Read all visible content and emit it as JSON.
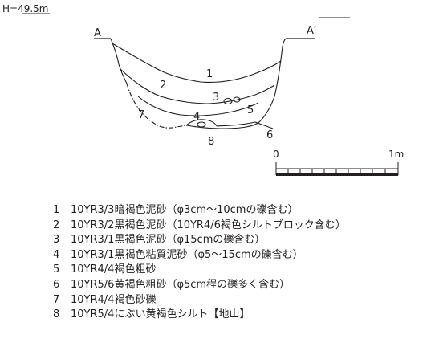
{
  "section": {
    "elevation": "H=49.5m",
    "point_left": "A",
    "point_right": "A′"
  },
  "layer_numbers": [
    "1",
    "2",
    "3",
    "4",
    "5",
    "6",
    "7",
    "8"
  ],
  "scale": {
    "start": "0",
    "end": "1m"
  },
  "legend": [
    {
      "num": "1",
      "text": "10YR3/3暗褐色泥砂（φ3cm〜10cmの礫含む）"
    },
    {
      "num": "2",
      "text": "10YR3/2黒褐色泥砂（10YR4/6褐色シルトブロック含む）"
    },
    {
      "num": "3",
      "text": "10YR3/1黒褐色泥砂（φ15cmの礫含む）"
    },
    {
      "num": "4",
      "text": "10YR3/1黒褐色粘質泥砂（φ5〜15cmの礫含む）"
    },
    {
      "num": "5",
      "text": "10YR4/4褐色粗砂"
    },
    {
      "num": "6",
      "text": "10YR5/6黄褐色粗砂（φ5cm程の礫多く含む）"
    },
    {
      "num": "7",
      "text": "10YR4/4褐色砂礫"
    },
    {
      "num": "8",
      "text": "10YR5/4にぶい黄褐色シルト【地山】"
    }
  ]
}
